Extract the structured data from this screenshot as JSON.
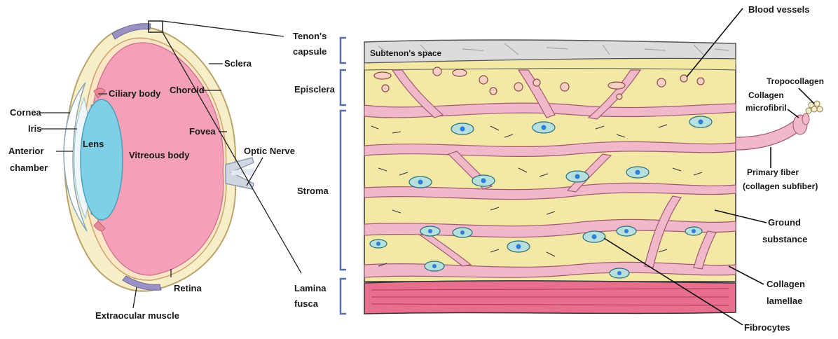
{
  "eye_labels": {
    "cornea": "Cornea",
    "iris": "Iris",
    "anterior_chamber_1": "Anterior",
    "anterior_chamber_2": "chamber",
    "lens": "Lens",
    "ciliary_body": "Ciliary body",
    "vitreous_body": "Vitreous body",
    "choroid": "Choroid",
    "sclera": "Sclera",
    "fovea": "Fovea",
    "optic_nerve": "Optic Nerve",
    "retina": "Retina",
    "extraocular_muscle": "Extraocular muscle"
  },
  "layer_labels": {
    "tenons_1": "Tenon's",
    "tenons_2": "capsule",
    "subtenons_space": "Subtenon's space",
    "episclera": "Episclera",
    "stroma": "Stroma",
    "lamina_1": "Lamina",
    "lamina_2": "fusca"
  },
  "structure_labels": {
    "blood_vessels": "Blood vessels",
    "tropocollagen": "Tropocollagen",
    "collagen_microfibril_1": "Collagen",
    "collagen_microfibril_2": "microfibril",
    "primary_fiber_1": "Primary fiber",
    "primary_fiber_2": "(collagen subfiber)",
    "ground_substance_1": "Ground",
    "ground_substance_2": "substance",
    "collagen_lamellae_1": "Collagen",
    "collagen_lamellae_2": "lamellae",
    "fibrocytes": "Fibrocytes"
  },
  "colors": {
    "vitreous": "#f4a0b8",
    "lens": "#7fcfe6",
    "sclera_cream": "#f6efc8",
    "ground_substance": "#f4e8a6",
    "collagen_pink": "#f0b8c8",
    "lamina_red": "#e8708e",
    "subtenon_gray": "#dcdcdc",
    "bracket": "#5a6fa8",
    "nucleus": "#2f7fd8",
    "cell": "#b6e0dc"
  }
}
